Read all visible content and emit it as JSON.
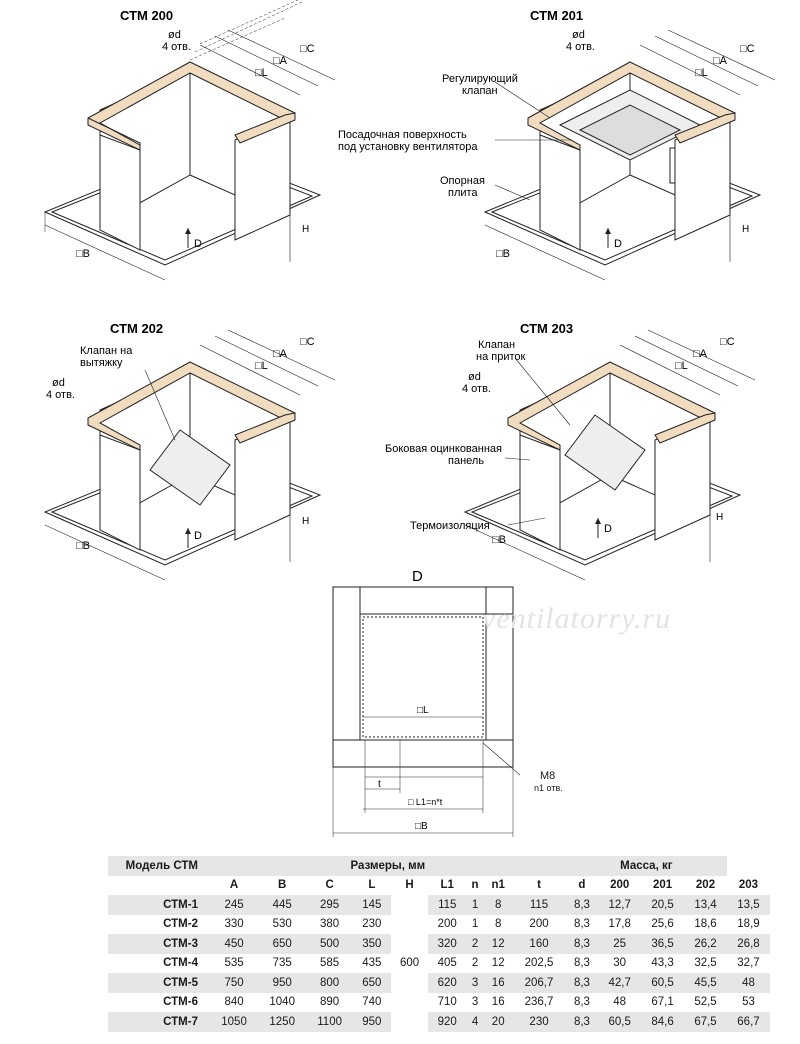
{
  "views": {
    "v200": {
      "title": "СТМ 200",
      "d_label": "ød",
      "holes": "4 отв."
    },
    "v201": {
      "title": "СТМ 201",
      "d_label": "ød",
      "holes": "4 отв.",
      "valve": "Регулирующий клапан",
      "seat": "Посадочная поверхность под установку вентилятора",
      "plate": "Опорная плита"
    },
    "v202": {
      "title": "СТМ 202",
      "valve": "Клапан на вытяжку",
      "d_label": "ød",
      "holes": "4 отв."
    },
    "v203": {
      "title": "СТМ 203",
      "valve": "Клапан на приток",
      "d_label": "ød",
      "holes": "4 отв.",
      "panel": "Боковая оцинкованная панель",
      "insulation": "Термоизоляция"
    }
  },
  "dims": {
    "A": "A",
    "B": "B",
    "C": "C",
    "L": "L",
    "H": "H",
    "D": "D"
  },
  "plan": {
    "title": "D",
    "L": "L",
    "t": "t",
    "L1": "L1=n*t",
    "B": "B",
    "M8": "M8",
    "n1": "n1 отв."
  },
  "watermark": "ventilatorry.ru",
  "table": {
    "model_header": "Модель СТМ",
    "sizes_header": "Размеры, мм",
    "mass_header": "Масса, кг",
    "columns": [
      "A",
      "B",
      "C",
      "L",
      "H",
      "L1",
      "n",
      "n1",
      "t",
      "d",
      "200",
      "201",
      "202",
      "203"
    ],
    "h_value": "600",
    "rows": [
      {
        "model": "СТМ-1",
        "A": "245",
        "B": "445",
        "C": "295",
        "L": "145",
        "L1": "115",
        "n": "1",
        "n1": "8",
        "t": "115",
        "d": "8,3",
        "m200": "12,7",
        "m201": "20,5",
        "m202": "13,4",
        "m203": "13,5"
      },
      {
        "model": "СТМ-2",
        "A": "330",
        "B": "530",
        "C": "380",
        "L": "230",
        "L1": "200",
        "n": "1",
        "n1": "8",
        "t": "200",
        "d": "8,3",
        "m200": "17,8",
        "m201": "25,6",
        "m202": "18,6",
        "m203": "18,9"
      },
      {
        "model": "СТМ-3",
        "A": "450",
        "B": "650",
        "C": "500",
        "L": "350",
        "L1": "320",
        "n": "2",
        "n1": "12",
        "t": "160",
        "d": "8,3",
        "m200": "25",
        "m201": "36,5",
        "m202": "26,2",
        "m203": "26,8"
      },
      {
        "model": "СТМ-4",
        "A": "535",
        "B": "735",
        "C": "585",
        "L": "435",
        "L1": "405",
        "n": "2",
        "n1": "12",
        "t": "202,5",
        "d": "8,3",
        "m200": "30",
        "m201": "43,3",
        "m202": "32,5",
        "m203": "32,7"
      },
      {
        "model": "СТМ-5",
        "A": "750",
        "B": "950",
        "C": "800",
        "L": "650",
        "L1": "620",
        "n": "3",
        "n1": "16",
        "t": "206,7",
        "d": "8,3",
        "m200": "42,7",
        "m201": "60,5",
        "m202": "45,5",
        "m203": "48"
      },
      {
        "model": "СТМ-6",
        "A": "840",
        "B": "1040",
        "C": "890",
        "L": "740",
        "L1": "710",
        "n": "3",
        "n1": "16",
        "t": "236,7",
        "d": "8,3",
        "m200": "48",
        "m201": "67,1",
        "m202": "52,5",
        "m203": "53"
      },
      {
        "model": "СТМ-7",
        "A": "1050",
        "B": "1250",
        "C": "1100",
        "L": "950",
        "L1": "920",
        "n": "4",
        "n1": "20",
        "t": "230",
        "d": "8,3",
        "m200": "60,5",
        "m201": "84,6",
        "m202": "67,5",
        "m203": "66,7"
      }
    ]
  },
  "colors": {
    "wood": "#f2dcc0",
    "line": "#222222",
    "shade": "#e6e6e6"
  }
}
